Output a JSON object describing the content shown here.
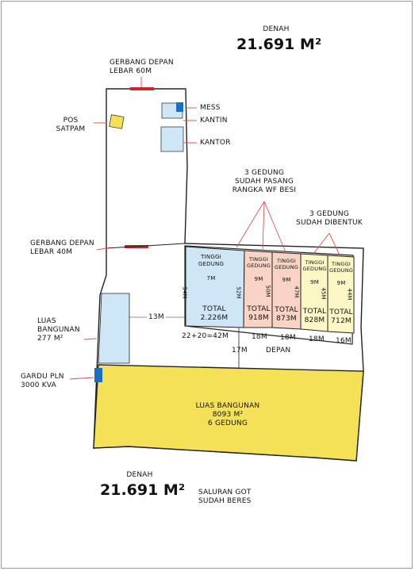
{
  "top_title": {
    "label": "DENAH",
    "area": "21.691 M²"
  },
  "bottom_title": {
    "label": "DENAH",
    "area": "21.691 M²"
  },
  "gate_front": {
    "line1": "GERBANG DEPAN",
    "line2": "LEBAR 60M"
  },
  "gate_side": {
    "line1": "GERBANG DEPAN",
    "line2": "LEBAR 40M"
  },
  "mess": "MESS",
  "kantin": "KANTIN",
  "kantor": "KANTOR",
  "pos_satpam": {
    "line1": "POS",
    "line2": "SATPAM"
  },
  "luas_small": {
    "line1": "LUAS",
    "line2": "BANGUNAN",
    "line3": "277 M²"
  },
  "gardu": {
    "line1": "GARDU PLN",
    "line2": "3000 KVA"
  },
  "note_rangka": {
    "line1": "3 GEDUNG",
    "line2": "SUDAH PASANG",
    "line3": "RANGKA WF BESI"
  },
  "note_dibentuk": {
    "line1": "3 GEDUNG",
    "line2": "SUDAH DIBENTUK"
  },
  "buildings": [
    {
      "tinggi": "TINGGI",
      "gedung": "GEDUNG",
      "height": "7M",
      "left_dim": "54M",
      "right_dim": "52M",
      "total": "TOTAL",
      "area": "2.226M"
    },
    {
      "tinggi": "TINGGI",
      "gedung": "GEDUNG",
      "height": "9M",
      "right_dim": "50M",
      "total": "TOTAL",
      "area": "918M"
    },
    {
      "tinggi": "TINGGI",
      "gedung": "GEDUNG",
      "height": "9M",
      "right_dim": "47M",
      "total": "TOTAL",
      "area": "873M"
    },
    {
      "tinggi": "TINGGI",
      "gedung": "GEDUNG",
      "height": "9M",
      "right_dim": "45M",
      "total": "TOTAL",
      "area": "828M"
    },
    {
      "tinggi": "TINGGI",
      "gedung": "GEDUNG",
      "height": "9M",
      "right_dim": "44M",
      "total": "TOTAL",
      "area": "712M"
    }
  ],
  "dims": {
    "d13": "13M",
    "d42": "22+20=42M",
    "d18a": "18M",
    "d18b": "18M",
    "d18c": "18M",
    "d16": "16M",
    "d17": "17M",
    "depan": "DEPAN"
  },
  "big_building": {
    "line1": "LUAS BANGUNAN",
    "line2": "8093 M²",
    "line3": "6 GEDUNG"
  },
  "saluran": {
    "line1": "SALURAN GOT",
    "line2": "SUDAH BERES"
  },
  "colors": {
    "blue": "#cfe6f7",
    "pink": "#f9d3c3",
    "cream": "#fdf7c6",
    "yellow": "#f5e157",
    "gate": "#c8262b",
    "arrow": "#d9534f",
    "pln": "#1a6fc0"
  }
}
